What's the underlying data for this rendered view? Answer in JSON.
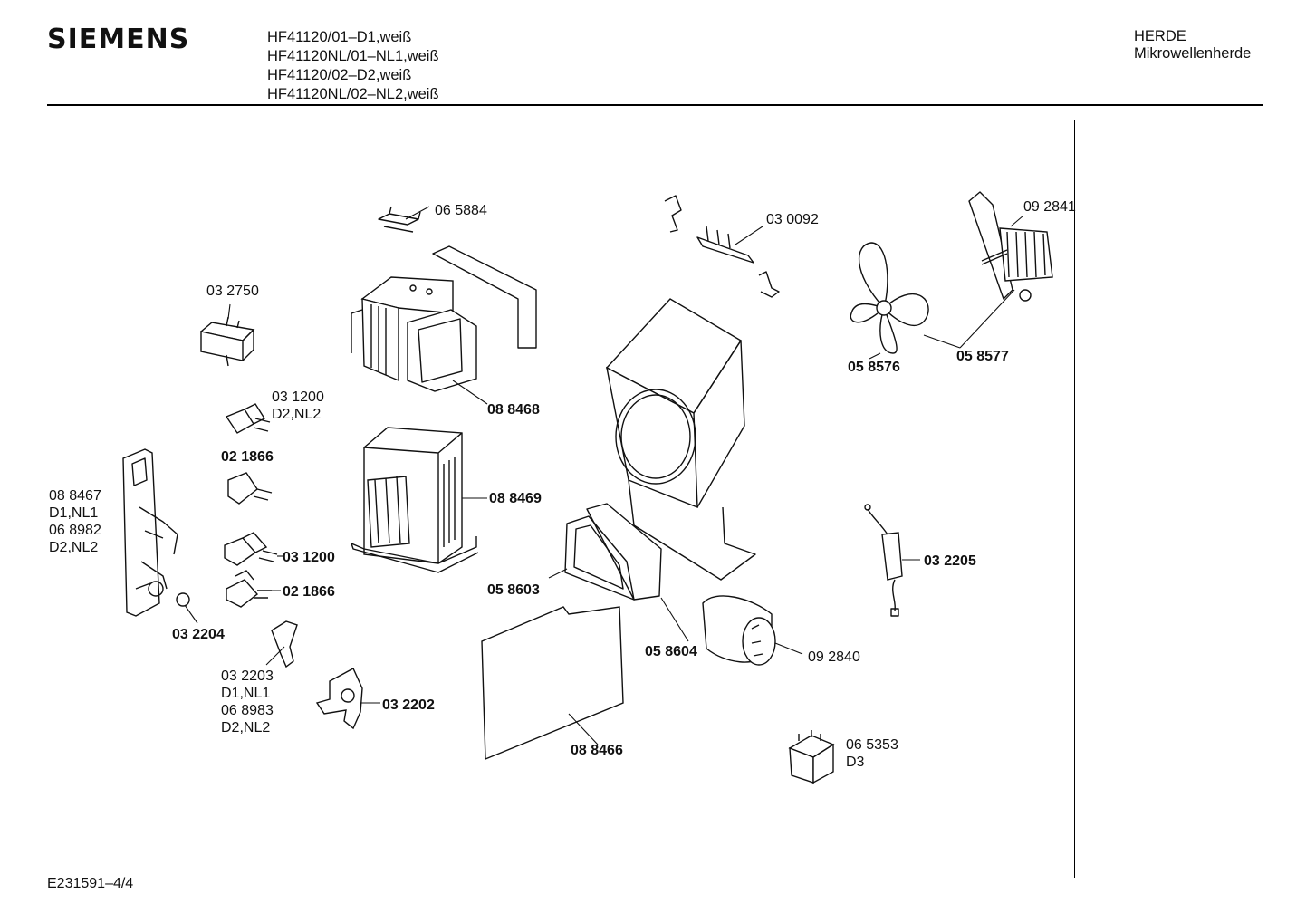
{
  "header": {
    "brand": "SIEMENS",
    "models": [
      "HF41120/01–D1,weiß",
      "HF41120NL/01–NL1,weiß",
      "HF41120/02–D2,weiß",
      "HF41120NL/02–NL2,weiß"
    ],
    "category": "HERDE",
    "subcategory": "Mikrowellenherde"
  },
  "footer": {
    "drawing_id": "E231591–4/4"
  },
  "parts": [
    {
      "id": "065884",
      "lines": [
        "06 5884"
      ],
      "bold": false
    },
    {
      "id": "030092",
      "lines": [
        "03 0092"
      ],
      "bold": false
    },
    {
      "id": "092841",
      "lines": [
        "09 2841"
      ],
      "bold": false
    },
    {
      "id": "032750",
      "lines": [
        "03 2750"
      ],
      "bold": false
    },
    {
      "id": "031200a",
      "lines": [
        "03 1200",
        "D2,NL2"
      ],
      "bold": false
    },
    {
      "id": "088468",
      "lines": [
        "08 8468"
      ],
      "bold": true
    },
    {
      "id": "058576",
      "lines": [
        "05 8576"
      ],
      "bold": true
    },
    {
      "id": "058577",
      "lines": [
        "05 8577"
      ],
      "bold": true
    },
    {
      "id": "021866a",
      "lines": [
        "02 1866"
      ],
      "bold": true
    },
    {
      "id": "088467",
      "lines": [
        "08 8467",
        "D1,NL1",
        "06 8982",
        "D2,NL2"
      ],
      "bold": false
    },
    {
      "id": "088469",
      "lines": [
        "08 8469"
      ],
      "bold": true
    },
    {
      "id": "031200b",
      "lines": [
        "03 1200"
      ],
      "bold": true
    },
    {
      "id": "032205",
      "lines": [
        "03 2205"
      ],
      "bold": true
    },
    {
      "id": "058603",
      "lines": [
        "05 8603"
      ],
      "bold": true
    },
    {
      "id": "021866b",
      "lines": [
        "02 1866"
      ],
      "bold": true
    },
    {
      "id": "032204",
      "lines": [
        "03 2204"
      ],
      "bold": true
    },
    {
      "id": "058604",
      "lines": [
        "05 8604"
      ],
      "bold": true
    },
    {
      "id": "092840",
      "lines": [
        "09 2840"
      ],
      "bold": false
    },
    {
      "id": "032203",
      "lines": [
        "03 2203",
        "D1,NL1",
        "06 8983",
        "D2,NL2"
      ],
      "bold": false
    },
    {
      "id": "032202",
      "lines": [
        "03 2202"
      ],
      "bold": true
    },
    {
      "id": "088466",
      "lines": [
        "08 8466"
      ],
      "bold": true
    },
    {
      "id": "065353",
      "lines": [
        "06 5353",
        "D3"
      ],
      "bold": false
    }
  ]
}
